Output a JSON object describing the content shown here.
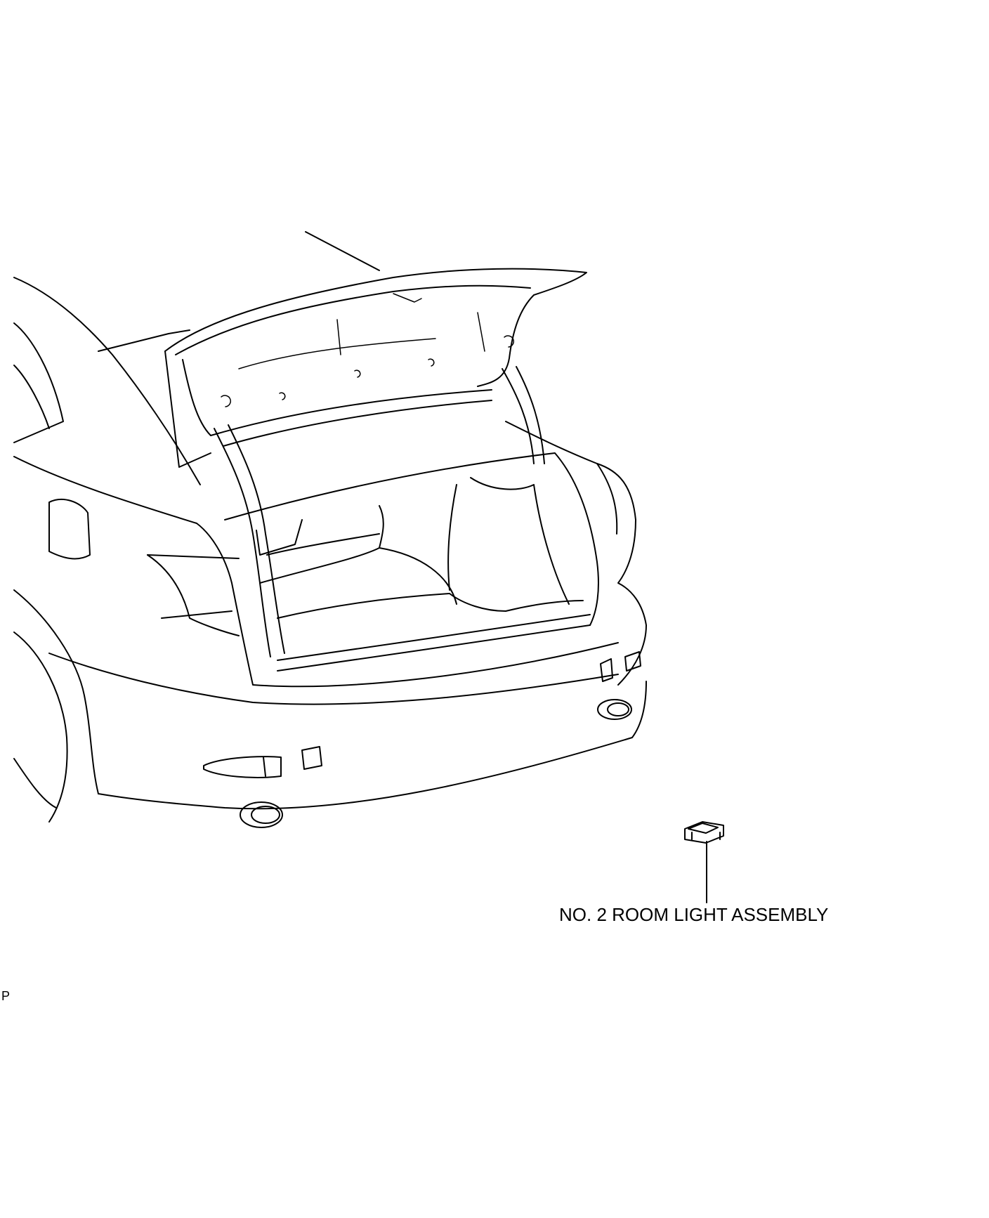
{
  "callouts": [
    {
      "id": "room-light",
      "label": "NO. 2 ROOM LIGHT ASSEMBLY"
    }
  ],
  "corner_code": "P",
  "line_color": "#000000",
  "background": "#ffffff"
}
